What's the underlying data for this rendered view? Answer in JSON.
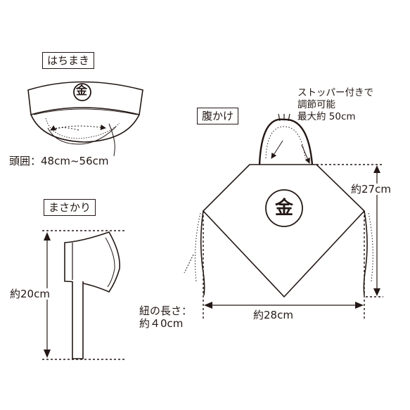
{
  "sections": {
    "hachimaki": {
      "title": "はちまき",
      "emblem": "金",
      "measure_label": "頭囲",
      "measure_value": "：48cm~56cm"
    },
    "masakari": {
      "title": "まさかり",
      "height_label": "約20cm"
    },
    "haragake": {
      "title": "腹かけ",
      "emblem": "金",
      "stopper_line1": "ストッパー付きで",
      "stopper_line2": "調節可能",
      "stopper_line3": "最大約 50cm",
      "height_label": "約27cm",
      "width_label": "約28cm",
      "string_line1": "紐の長さ：",
      "string_line2": "約４0cm"
    }
  },
  "colors": {
    "line": "#231815",
    "background": "#ffffff"
  }
}
